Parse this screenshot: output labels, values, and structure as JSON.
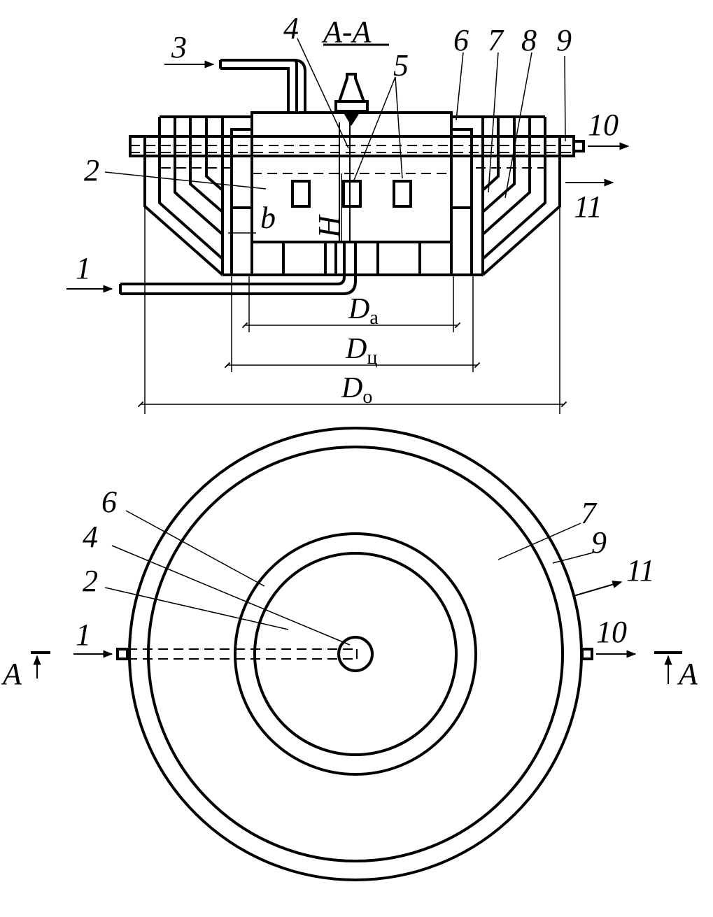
{
  "section_title": "A-A",
  "labels": {
    "n1": "1",
    "n2": "2",
    "n3": "3",
    "n4": "4",
    "n5": "5",
    "n6": "6",
    "n7": "7",
    "n8": "8",
    "n9": "9",
    "n10": "10",
    "n11": "11",
    "b": "b",
    "H": "H"
  },
  "dimensions": {
    "Da": {
      "letter": "D",
      "sub": "а"
    },
    "Dc": {
      "letter": "D",
      "sub": "ц"
    },
    "Do": {
      "letter": "D",
      "sub": "о"
    }
  },
  "section_marks": {
    "left": "A",
    "right": "A"
  }
}
